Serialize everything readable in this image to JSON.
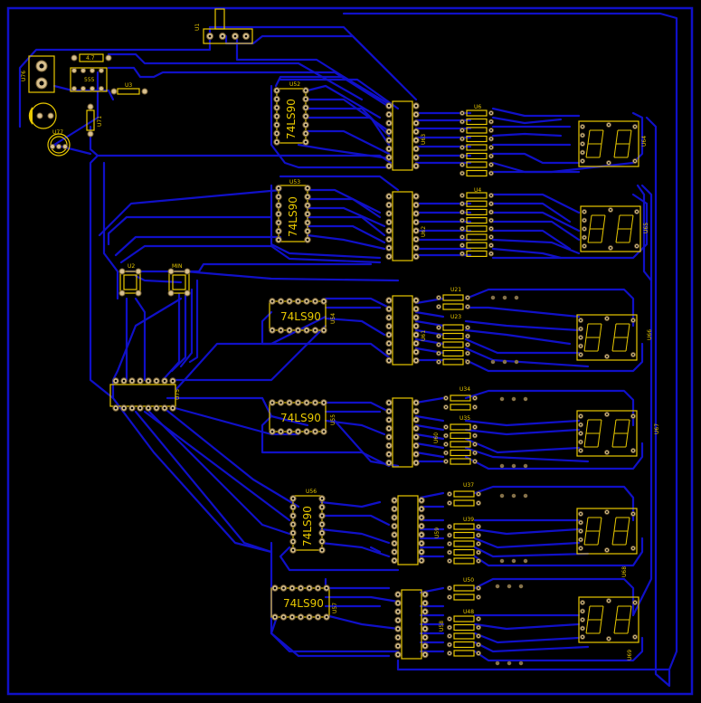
{
  "board": {
    "outline_color": "#1010c8",
    "trace_color": "#1010c8",
    "silk_color": "#e8c800",
    "pad_color": "#d8c090"
  },
  "labels": {
    "u1": "U1",
    "u76": "U76",
    "r47": "4.7",
    "timer555": "555",
    "u3": "U3",
    "u71": "U71",
    "u77": "U77",
    "u52": "U52",
    "u52_part": "74LS90",
    "u53": "U53",
    "u53_part": "74LS90",
    "u54": "U54",
    "u54_part": "74LS90",
    "u55": "U55",
    "u55_part": "74LS90",
    "u56": "U56",
    "u56_part": "74LS90",
    "u57": "U57",
    "u57_part": "74LS90",
    "u2": "U2",
    "min": "MIN",
    "u63": "U63",
    "u62": "U62",
    "u61": "U61",
    "u60": "U60",
    "u59": "U59",
    "u58": "U58",
    "u64": "U64",
    "u65": "U65",
    "u66": "U66",
    "u67": "U67",
    "u68": "U68",
    "u69": "U69",
    "u75": "U75",
    "u21": "U21",
    "u23": "U23",
    "u34": "U34",
    "u35": "U35",
    "u37": "U37",
    "u39": "U39",
    "u50": "U50",
    "u48": "U48",
    "u6": "U6",
    "u4": "U4"
  }
}
